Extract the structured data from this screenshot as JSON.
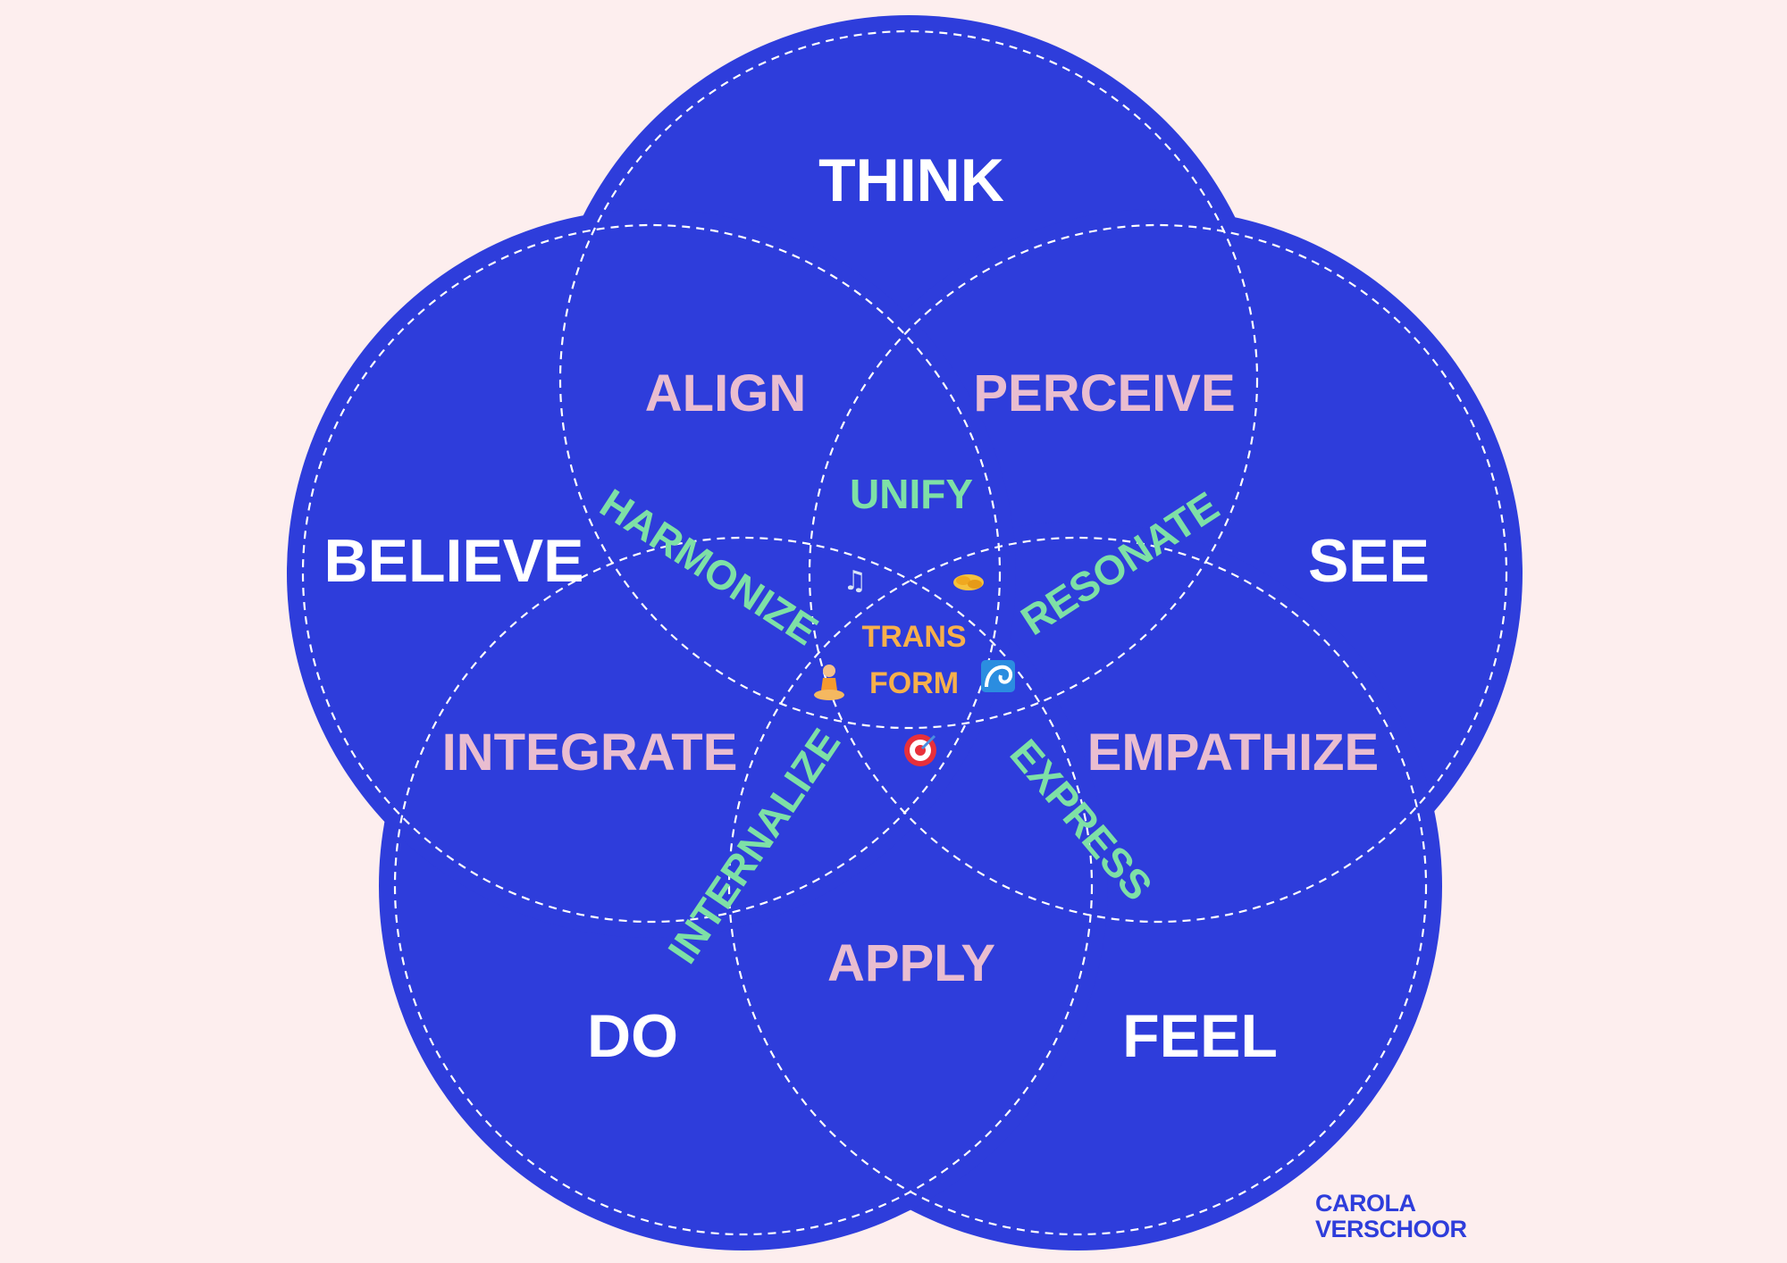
{
  "diagram": {
    "colors": {
      "background": "#fdeeee",
      "circle_fill": "#2e3ddb",
      "circle_outline": "#ffffff",
      "primary_label": "#ffffff",
      "pair_label": "#e9bdd0",
      "triple_label": "#7ee0a6",
      "core_label": "#f7b04b"
    },
    "circles": [
      "THINK",
      "SEE",
      "FEEL",
      "DO",
      "BELIEVE"
    ],
    "pair_overlaps": [
      "ALIGN",
      "PERCEIVE",
      "EMPATHIZE",
      "APPLY",
      "INTEGRATE"
    ],
    "triple_overlaps": [
      "UNIFY",
      "RESONATE",
      "EXPRESS",
      "INTERNALIZE",
      "HARMONIZE"
    ],
    "center": {
      "line1": "TRANS",
      "line2": "FORM"
    },
    "center_icons": [
      "music-note-icon",
      "handshake-icon",
      "wave-icon",
      "target-icon",
      "meditation-icon"
    ]
  },
  "brand": {
    "line1": "CAROLA",
    "line2": "VERSCHOOR"
  }
}
